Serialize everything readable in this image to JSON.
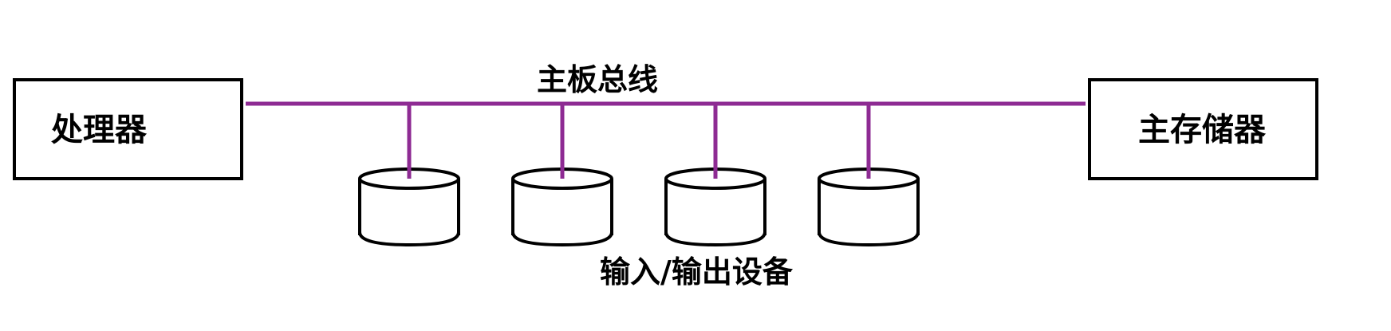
{
  "colors": {
    "bus": "#8e2b93",
    "outline": "#000000",
    "text": "#000000"
  },
  "processor": {
    "label": "处理器"
  },
  "main_memory": {
    "label": "主存储器"
  },
  "bus": {
    "label": "主板总线"
  },
  "io_devices": {
    "label": "输入/输出设备",
    "devices": [
      {
        "name": "io-device-1"
      },
      {
        "name": "io-device-2"
      },
      {
        "name": "io-device-3"
      },
      {
        "name": "io-device-4"
      }
    ]
  }
}
